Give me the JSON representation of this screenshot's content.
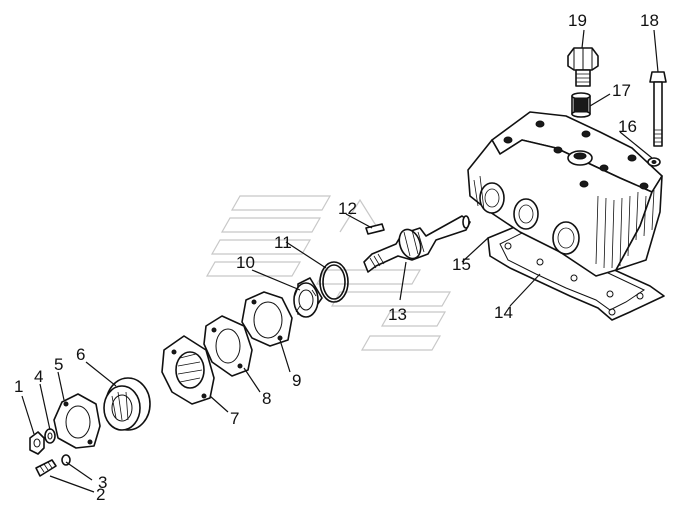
{
  "callouts": [
    {
      "id": "1",
      "text": "1"
    },
    {
      "id": "2",
      "text": "2"
    },
    {
      "id": "3",
      "text": "3"
    },
    {
      "id": "4",
      "text": "4"
    },
    {
      "id": "5",
      "text": "5"
    },
    {
      "id": "6",
      "text": "6"
    },
    {
      "id": "7",
      "text": "7"
    },
    {
      "id": "8",
      "text": "8"
    },
    {
      "id": "9",
      "text": "9"
    },
    {
      "id": "10",
      "text": "10"
    },
    {
      "id": "11",
      "text": "11"
    },
    {
      "id": "12",
      "text": "12"
    },
    {
      "id": "13",
      "text": "13"
    },
    {
      "id": "14",
      "text": "14"
    },
    {
      "id": "15",
      "text": "15"
    },
    {
      "id": "16",
      "text": "16"
    },
    {
      "id": "17",
      "text": "17"
    },
    {
      "id": "18",
      "text": "18"
    },
    {
      "id": "19",
      "text": "19"
    }
  ],
  "colors": {
    "ink": "#111111",
    "watermark": "#c8c8c8",
    "background": "#ffffff"
  }
}
